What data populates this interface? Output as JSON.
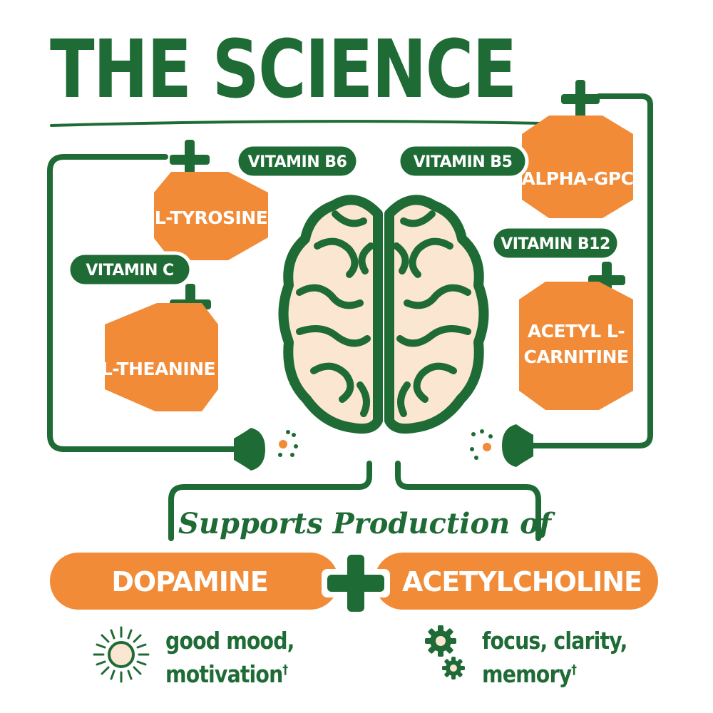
{
  "title": "THE SCIENCE",
  "ingredients": {
    "vitamin_b6": "VITAMIN B6",
    "l_tyrosine": "L-TYROSINE",
    "vitamin_c": "VITAMIN C",
    "l_theanine": "L-THEANINE",
    "vitamin_b5": "VITAMIN B5",
    "alpha_gpc": "ALPHA-GPC",
    "vitamin_b12": "VITAMIN B12",
    "acetyl_l_carnitine_line1": "ACETYL L-",
    "acetyl_l_carnitine_line2": "CARNITINE"
  },
  "tagline": "Supports Production of",
  "outputs": {
    "dopamine": "DOPAMINE",
    "acetylcholine": "ACETYLCHOLINE"
  },
  "benefits": {
    "left_line1": "good mood,",
    "left_line2": "motivation",
    "right_line1": "focus, clarity,",
    "right_line2": "memory",
    "dagger": "†"
  },
  "colors": {
    "green": "#1f6b35",
    "orange": "#f28b38",
    "cream": "#fbe6d2",
    "white": "#ffffff"
  },
  "icons": [
    "plus-icon",
    "brain-icon",
    "neuron-icon",
    "sun-icon",
    "gear-icon"
  ]
}
